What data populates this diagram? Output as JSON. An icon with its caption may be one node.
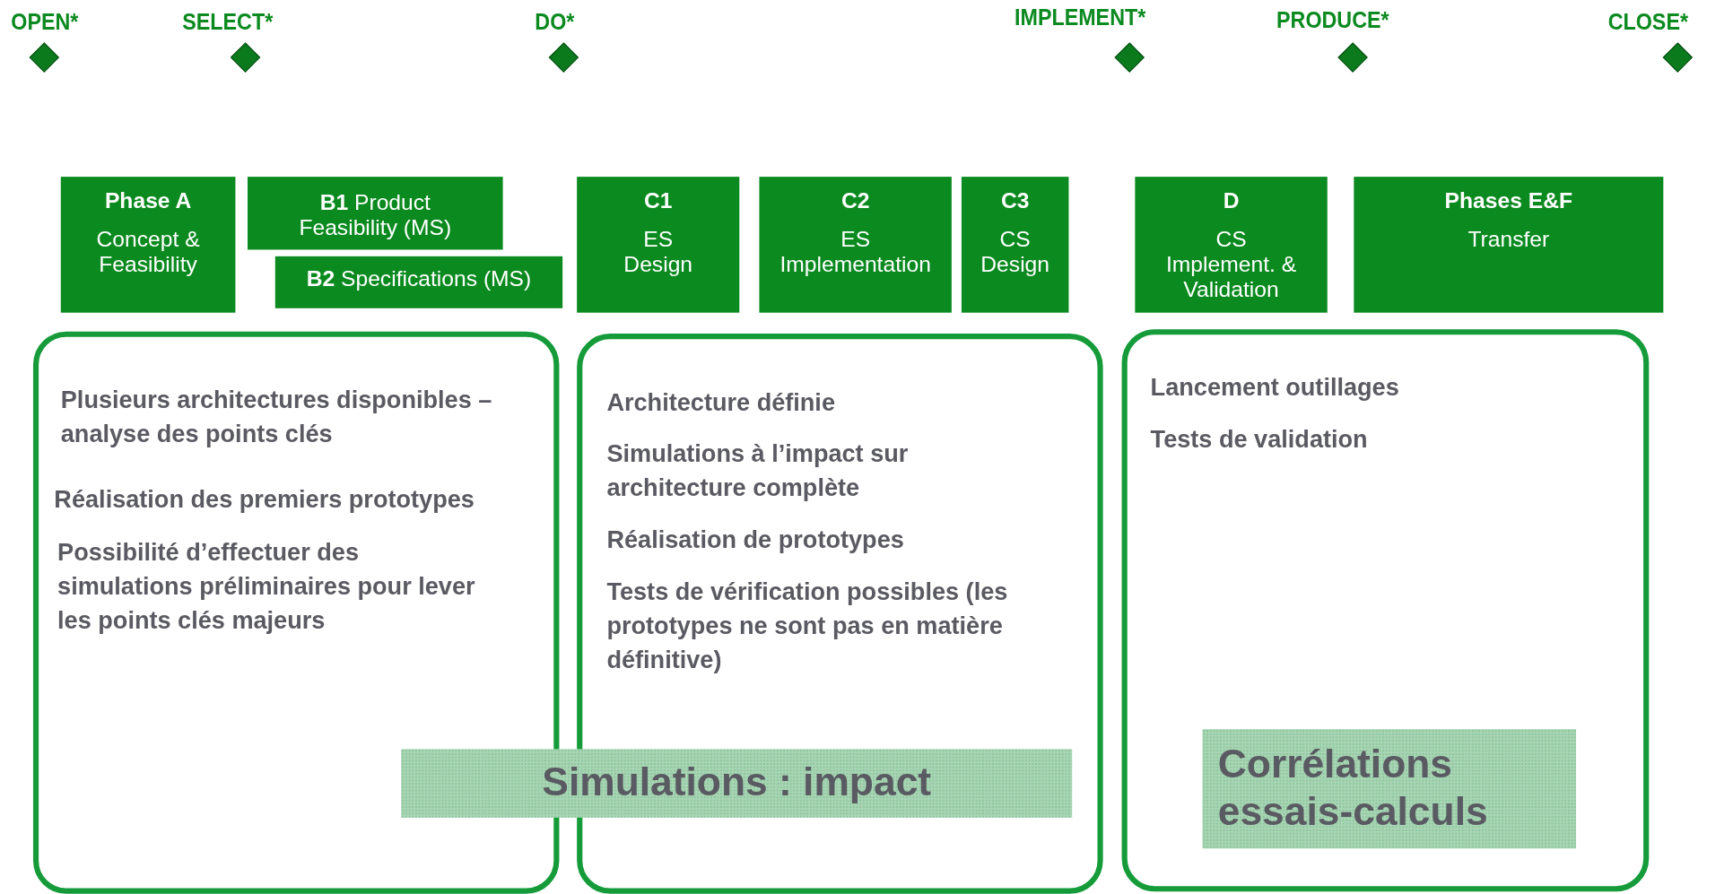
{
  "diagram": {
    "nodes": [
      {
        "text": [
          "OPEN*"
        ]
      },
      {
        "text": [
          "SELECT*"
        ]
      },
      {
        "text": [
          "DO*"
        ]
      },
      {
        "text": [
          "IMPLEMENT*"
        ]
      },
      {
        "text": [
          "PRODUCE*"
        ]
      },
      {
        "text": [
          "CLOSE*"
        ]
      },
      {
        "text": [
          "Phase A",
          "Concept & Feasibility"
        ]
      },
      {
        "text": [
          "**B1** Product Feasibility (MS)"
        ]
      },
      {
        "text": [
          "**B2** Specifications (MS)"
        ]
      },
      {
        "text": [
          "C1",
          "ES Design"
        ]
      },
      {
        "text": [
          "C2",
          "ES Implementation"
        ]
      },
      {
        "text": [
          "C3",
          "CS Design"
        ]
      },
      {
        "text": [
          "D",
          "CS Implement. & Validation"
        ]
      },
      {
        "text": [
          "Phases E&F",
          "Transfer"
        ]
      },
      {
        "text": [
          "Plusieurs architectures disponibles – analyse des points clés",
          "Réalisation des premiers prototypes",
          "Possibilité d’effectuer des simulations préliminaires  pour lever les points clés majeurs"
        ]
      },
      {
        "text": [
          "Architecture définie",
          "Simulations à l’impact sur architecture complète",
          "Réalisation de prototypes",
          "Tests de vérification possibles (les prototypes ne sont pas en matière définitive)"
        ]
      },
      {
        "text": [
          "Lancement outillages",
          "Tests de validation"
        ]
      },
      {
        "text": [
          "Simulations : impact"
        ]
      },
      {
        "text": [
          "Corrélations essais-calculs"
        ],
        "in": 16
      }
    ]
  }
}
